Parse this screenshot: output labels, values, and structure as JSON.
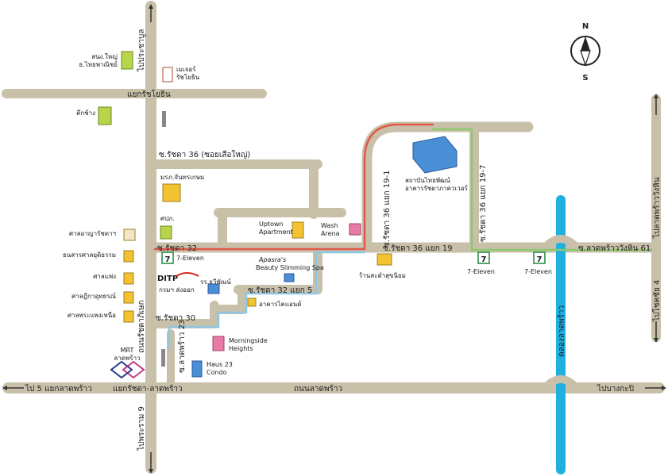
{
  "colors": {
    "road": "#c9c0aa",
    "road_edge": "#b3a98f",
    "canal": "#1fb0e0",
    "route_red": "#e0584a",
    "route_green": "#8cc96e",
    "route_blue": "#8ec7e6",
    "seven_red": "#d62b1f",
    "seven_green": "#1b8c3a",
    "building_yellow": "#f2c230",
    "building_green": "#b8d44a",
    "building_blue": "#4a8fd6",
    "building_pink": "#e87aa6"
  },
  "compass": {
    "north": "N",
    "south": "S"
  },
  "roads": {
    "ratchada_lat": "ถนนรัชดาภิเษก",
    "pracharat": "ไปประชาบูล",
    "rama9": "ไปพระราม 9",
    "yaek_ratchayothin": "แยกรัชโยธิน",
    "soi36_top": "ซ.รัชดา 36 (ซอยเสือใหญ่)",
    "soi32": "ซ.รัชดา 32",
    "soi32_5": "ซ.รัชดา 32 แยก 5",
    "soi30": "ซ.รัชดา 30",
    "soi36_19_1": "ซ.รัชดา 36 แยก 19-1",
    "soi36_19": "ซ.รัชดา 36 แยก 19",
    "soi36_19_7": "ซ.รัชดา 36 แยก 19-7",
    "lat_phrao_wang_hin_61": "ซ.ลาดพร้าววังหิน 61",
    "to_lat_phrao_wang_hin": "ไปลาดพร้าววังหิน",
    "to_chok_chai_4": "ไปโชคชัย 4",
    "lat_phrao_23": "ซ.ลาดพร้าว 23",
    "lat_phrao_rd": "ถนนลาดพร้าว",
    "to_5_yaek": "ไป 5 แยกลาดพร้าว",
    "yaek_ratchada_latphrao": "แยกรัชดา-ลาดพร้าว",
    "to_bang_kapi": "ไปบางกะปิ",
    "canal": "คลองลาดพร้าว"
  },
  "places": {
    "sor_nor_yai": "สนง.ใหญ่\nธ.ไทยพาณิชย์",
    "major": "เมเจอร์\nรัชโยธิน",
    "big_building": "ตึกช้าง",
    "mor_ror_thor": "มรภ.จันทรเกษม",
    "sor_por_kor": "ศปภ.",
    "court1": "ศาลอาญารัชดาฯ",
    "court2": "ธนสารศาลยุติธรรม",
    "court3": "ศาลแพ่ง",
    "court4": "ศาลฎีกาอุทธรณ์",
    "court5": "ศาลพระแพงเหนือ",
    "dtp": "กรมฯ ส่งออก",
    "ror_ror": "รร.ธวีพัณน์",
    "uptown": "Uptown\nApartment",
    "wash": "Wash\nArena",
    "apasras_1": "Apasra's",
    "apasras_2": "Beauty Slimming Spa",
    "morningside": "Morningside\nHeights",
    "haus23": "Haus 23\nCondo",
    "restaurant": "ร้านสะดำสุขนิยม",
    "bkk_building": "อาคารไคแอนด์",
    "tower": "สถาบันไทยพัฒน์\nอาคารรัชดาภาควเวอร์",
    "mrt": "MRT\nลาดพร้าว",
    "seven1": "7-Eleven",
    "seven2": "7-Eleven",
    "seven3": "7-Eleven"
  }
}
